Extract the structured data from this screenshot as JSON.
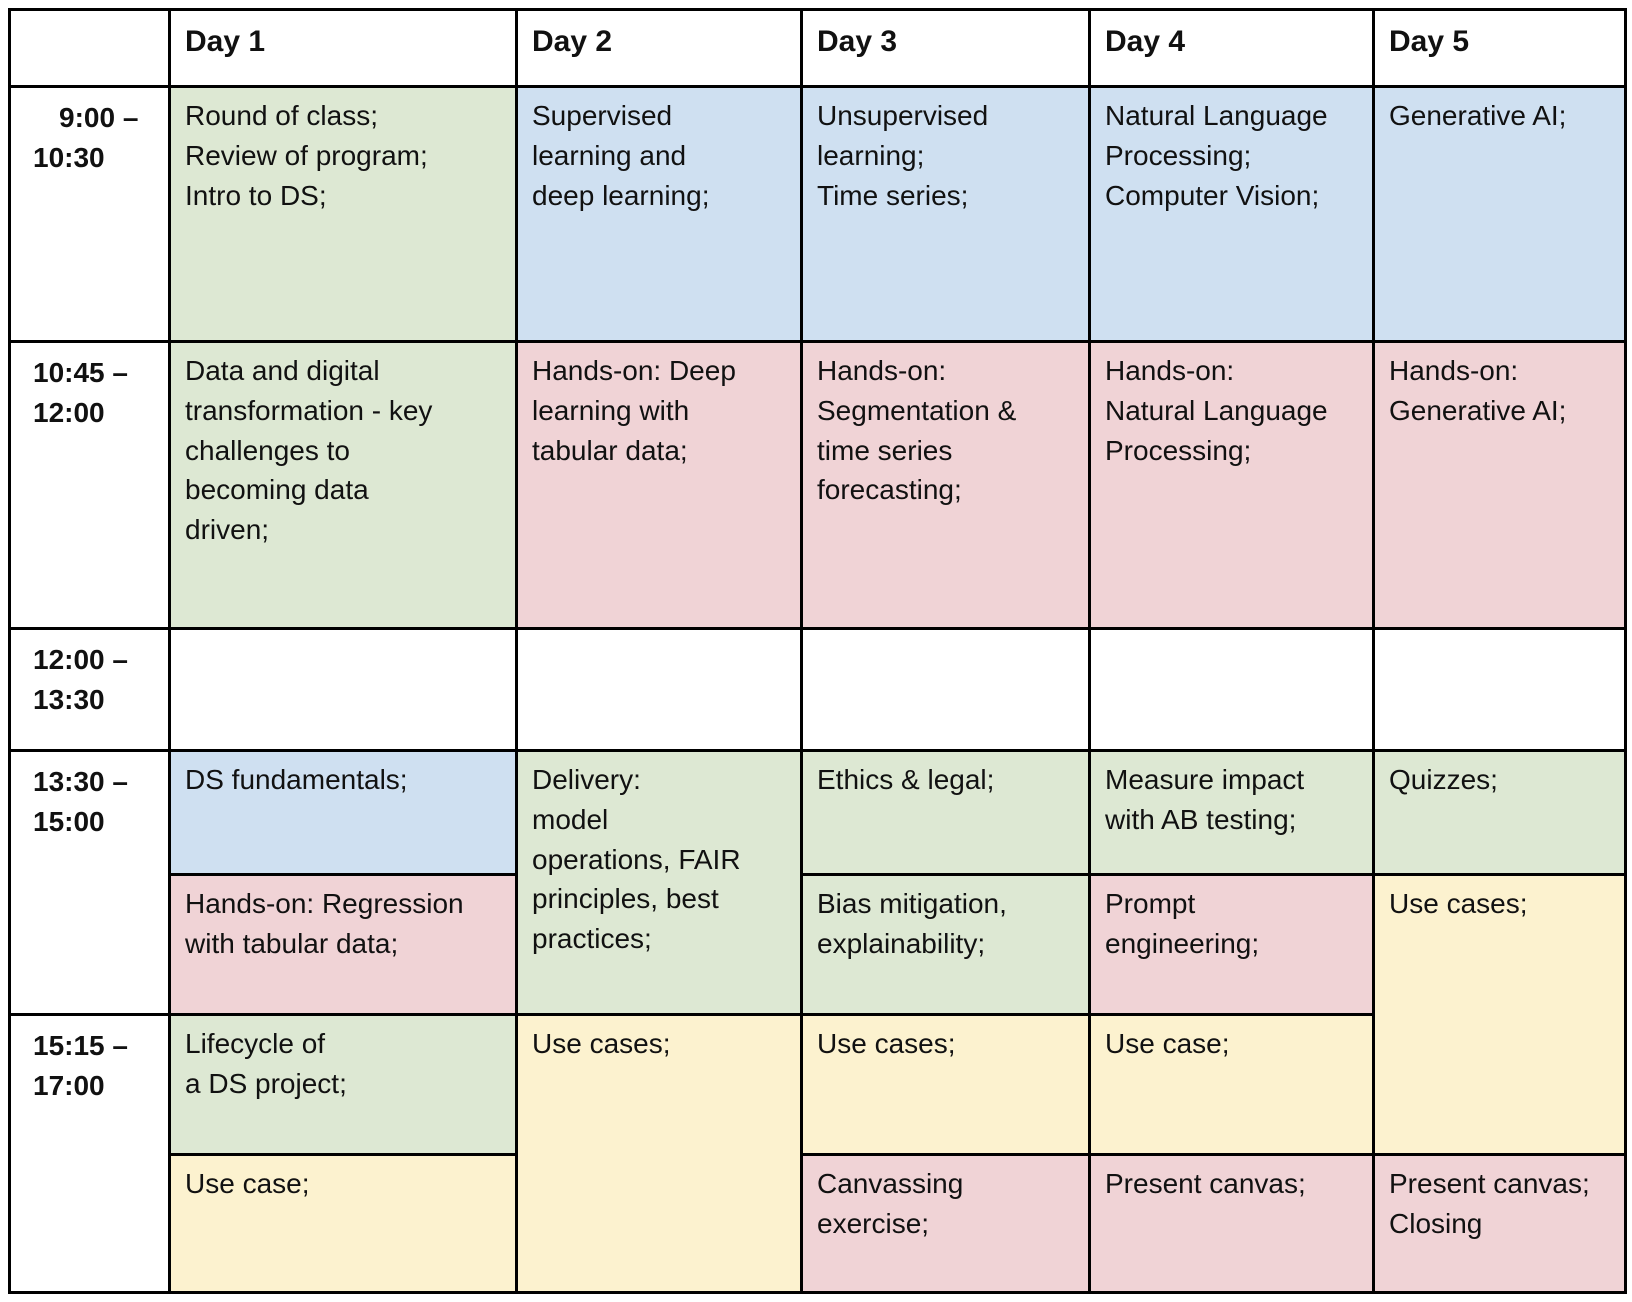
{
  "table": {
    "corner_label": "",
    "day_headers": [
      "Day 1",
      "Day 2",
      "Day 3",
      "Day 4",
      "Day 5"
    ],
    "time_slots": {
      "slot1": "9:00 –\n10:30",
      "slot2": "10:45 –\n12:00",
      "slot3": "12:00 –\n13:30",
      "slot4": "13:30 –\n15:00",
      "slot5": "15:15 –\n17:00"
    },
    "palette": {
      "white": "#ffffff",
      "green": "#dde8d3",
      "blue": "#cfe0f1",
      "pink": "#f0d3d6",
      "yellow": "#fcf2cf",
      "grid": "#000000"
    },
    "cells": {
      "d1s1": {
        "text": "Round of class;\nReview of program;\nIntro to DS;",
        "color": "green"
      },
      "d2s1": {
        "text": "Supervised\nlearning and\ndeep learning;",
        "color": "blue"
      },
      "d3s1": {
        "text": "Unsupervised\nlearning;\nTime series;",
        "color": "blue"
      },
      "d4s1": {
        "text": "Natural Language\nProcessing;\nComputer Vision;",
        "color": "blue"
      },
      "d5s1": {
        "text": "Generative AI;",
        "color": "blue"
      },
      "d1s2": {
        "text": "Data and digital\ntransformation - key\nchallenges to\nbecoming data\ndriven;",
        "color": "green"
      },
      "d2s2": {
        "text": "Hands-on: Deep\nlearning with\ntabular data;",
        "color": "pink"
      },
      "d3s2": {
        "text": "Hands-on:\nSegmentation &\ntime series\nforecasting;",
        "color": "pink"
      },
      "d4s2": {
        "text": "Hands-on:\nNatural Language\nProcessing;",
        "color": "pink"
      },
      "d5s2": {
        "text": "Hands-on:\nGenerative AI;",
        "color": "pink"
      },
      "d1s3": {
        "text": "",
        "color": "white"
      },
      "d2s3": {
        "text": "",
        "color": "white"
      },
      "d3s3": {
        "text": "",
        "color": "white"
      },
      "d4s3": {
        "text": "",
        "color": "white"
      },
      "d5s3": {
        "text": "",
        "color": "white"
      },
      "d1s4a": {
        "text": "DS fundamentals;",
        "color": "blue"
      },
      "d1s4b": {
        "text": "Hands-on: Regression\nwith tabular data;",
        "color": "pink"
      },
      "d2s4": {
        "text": "Delivery:\nmodel\noperations, FAIR\nprinciples, best\npractices;",
        "color": "green"
      },
      "d3s4a": {
        "text": "Ethics & legal;",
        "color": "green"
      },
      "d3s4b": {
        "text": "Bias mitigation,\nexplainability;",
        "color": "green"
      },
      "d4s4a": {
        "text": "Measure impact\nwith AB testing;",
        "color": "green"
      },
      "d4s4b": {
        "text": "Prompt\nengineering;",
        "color": "pink"
      },
      "d5s4a": {
        "text": "Quizzes;",
        "color": "green"
      },
      "d5s4b5a": {
        "text": "Use cases;",
        "color": "yellow"
      },
      "d1s5a": {
        "text": "Lifecycle of\na DS project;",
        "color": "green"
      },
      "d1s5b": {
        "text": "Use case;",
        "color": "yellow"
      },
      "d2s5": {
        "text": "Use cases;",
        "color": "yellow"
      },
      "d3s5a": {
        "text": "Use cases;",
        "color": "yellow"
      },
      "d3s5b": {
        "text": "Canvassing\nexercise;",
        "color": "pink"
      },
      "d4s5a": {
        "text": "Use case;",
        "color": "yellow"
      },
      "d4s5b": {
        "text": "Present canvas;",
        "color": "pink"
      },
      "d5s5b": {
        "text": "Present canvas;\nClosing",
        "color": "pink"
      }
    }
  }
}
